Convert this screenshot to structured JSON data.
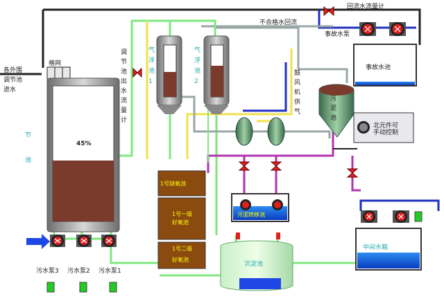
{
  "labels": {
    "reflux_meter": "回流水流量计",
    "emergency_pump": "事故水泵",
    "unqualified_return": "不合格水回流",
    "grille": "格网",
    "inlet": [
      "各外围",
      "调节池",
      "进水"
    ],
    "reg_tank": [
      "节",
      "池"
    ],
    "reg_flow_meter": "调节池出水流量计",
    "float1": "气浮池1",
    "float2": "气浮池2",
    "blower": "鼓风机供气",
    "sludge_tank": "污泥池",
    "emergency_tank": "事故水池",
    "screw_press": [
      "北元件可",
      "手动控制"
    ],
    "anaerobic": "1号缺氧池",
    "aerobic1": [
      "1号一级",
      "好氧池"
    ],
    "aerobic2": [
      "1号二级",
      "好氧池"
    ],
    "sludge_transfer": "污泥转移池",
    "sediment": "沉淀池",
    "middle_tank": "中间水箱",
    "pump3": "污水泵3",
    "pump2": "污水泵2",
    "pump1": "污水泵1"
  },
  "level": {
    "regulating_tank_text": "45%",
    "regulating_tank_fraction": 0.45
  },
  "colors": {
    "pipe_green": "#7ee87e",
    "pipe_yellow": "#f2e04b",
    "pipe_blue": "#1f2fbf",
    "pipe_gray": "#9aa6a6",
    "pipe_purple": "#b033b0",
    "sludge": "#7a3a2c",
    "water": "#1f47e6",
    "brown_tank": "#8b4a10",
    "valve_red": "#e02020",
    "status_green": "#22cc22"
  }
}
